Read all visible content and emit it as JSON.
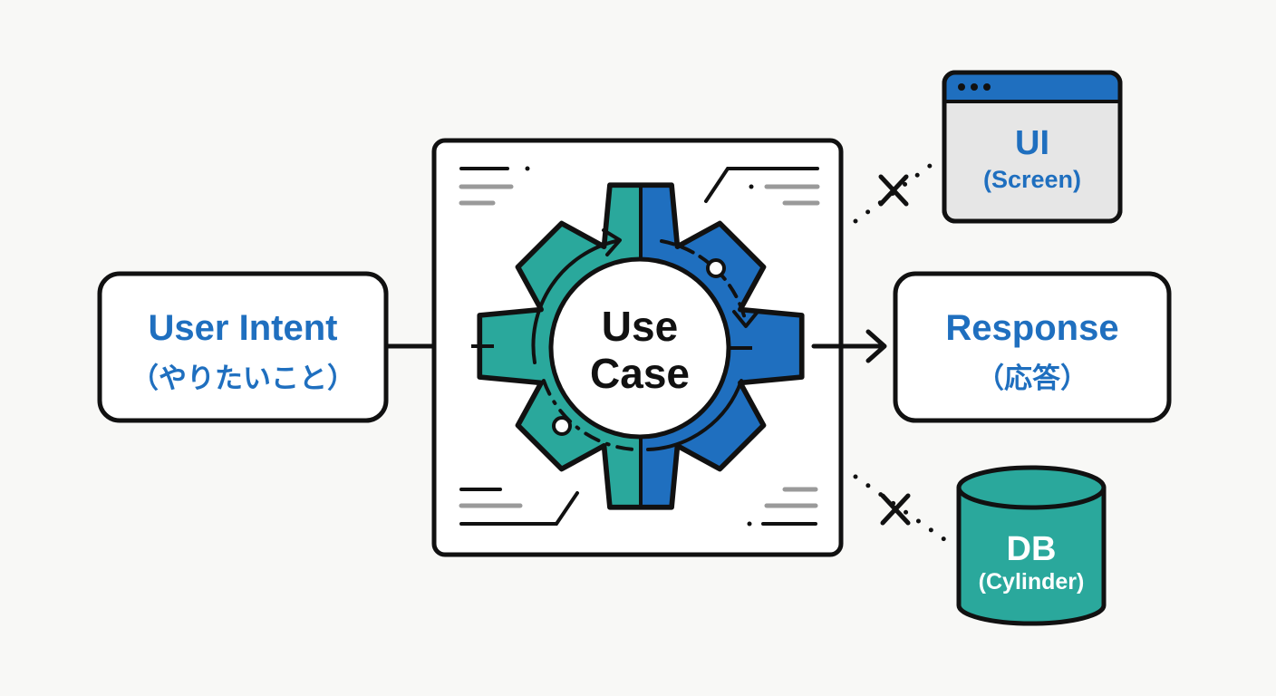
{
  "intent": {
    "title": "User Intent",
    "subtitle": "（やりたいこと）"
  },
  "usecase": {
    "line1": "Use",
    "line2": "Case"
  },
  "response": {
    "title": "Response",
    "subtitle": "（応答）"
  },
  "ui": {
    "title": "UI",
    "subtitle": "(Screen)"
  },
  "db": {
    "title": "DB",
    "subtitle": "(Cylinder)"
  },
  "colors": {
    "blue": "#1f6fbf",
    "teal": "#2aa89c",
    "ink": "#111111",
    "grey": "#9a9a9a"
  }
}
